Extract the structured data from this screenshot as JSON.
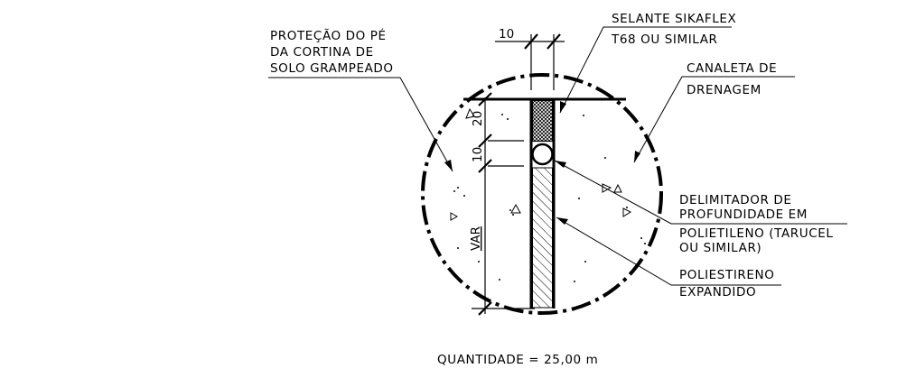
{
  "labels": {
    "protecao": [
      "PROTEÇÃO DO PÉ",
      "DA CORTINA DE",
      "SOLO GRAMPEADO"
    ],
    "selante": [
      "SELANTE SIKAFLEX",
      "T68 OU SIMILAR"
    ],
    "canaleta": [
      "CANALETA DE",
      "DRENAGEM"
    ],
    "delimitador": [
      "DELIMITADOR DE",
      "PROFUNDIDADE EM",
      "POLIETILENO (TARUCEL",
      "OU SIMILAR)"
    ],
    "poliestireno": [
      "POLIESTIRENO",
      "EXPANDIDO"
    ]
  },
  "dimensions": {
    "top_width": "10",
    "seal_depth": "20",
    "backer_depth": "10",
    "variable": "VAR"
  },
  "quantity": "QUANTIDADE = 25,00 m"
}
